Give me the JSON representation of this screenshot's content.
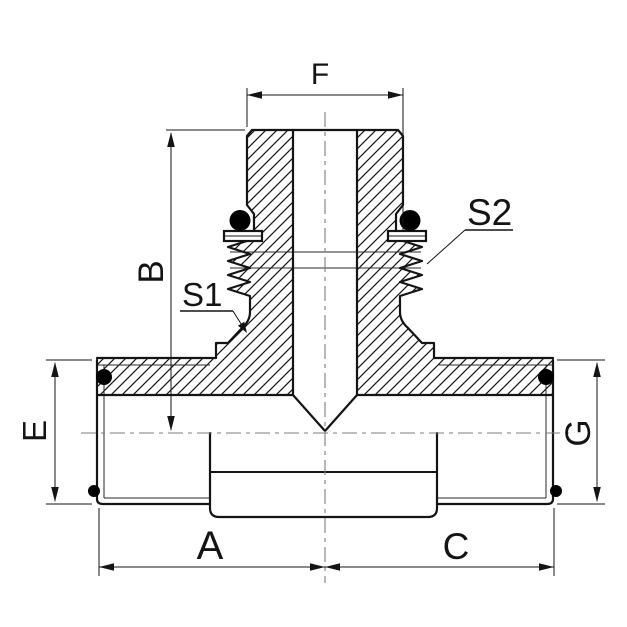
{
  "drawing": {
    "labels": {
      "F": "F",
      "B": "B",
      "S1": "S1",
      "S2": "S2",
      "E": "E",
      "G": "G",
      "A": "A",
      "C": "C"
    },
    "colors": {
      "line": "#141414",
      "centerline": "#7d7d7d",
      "seal": "#000000",
      "background": "#ffffff"
    }
  }
}
